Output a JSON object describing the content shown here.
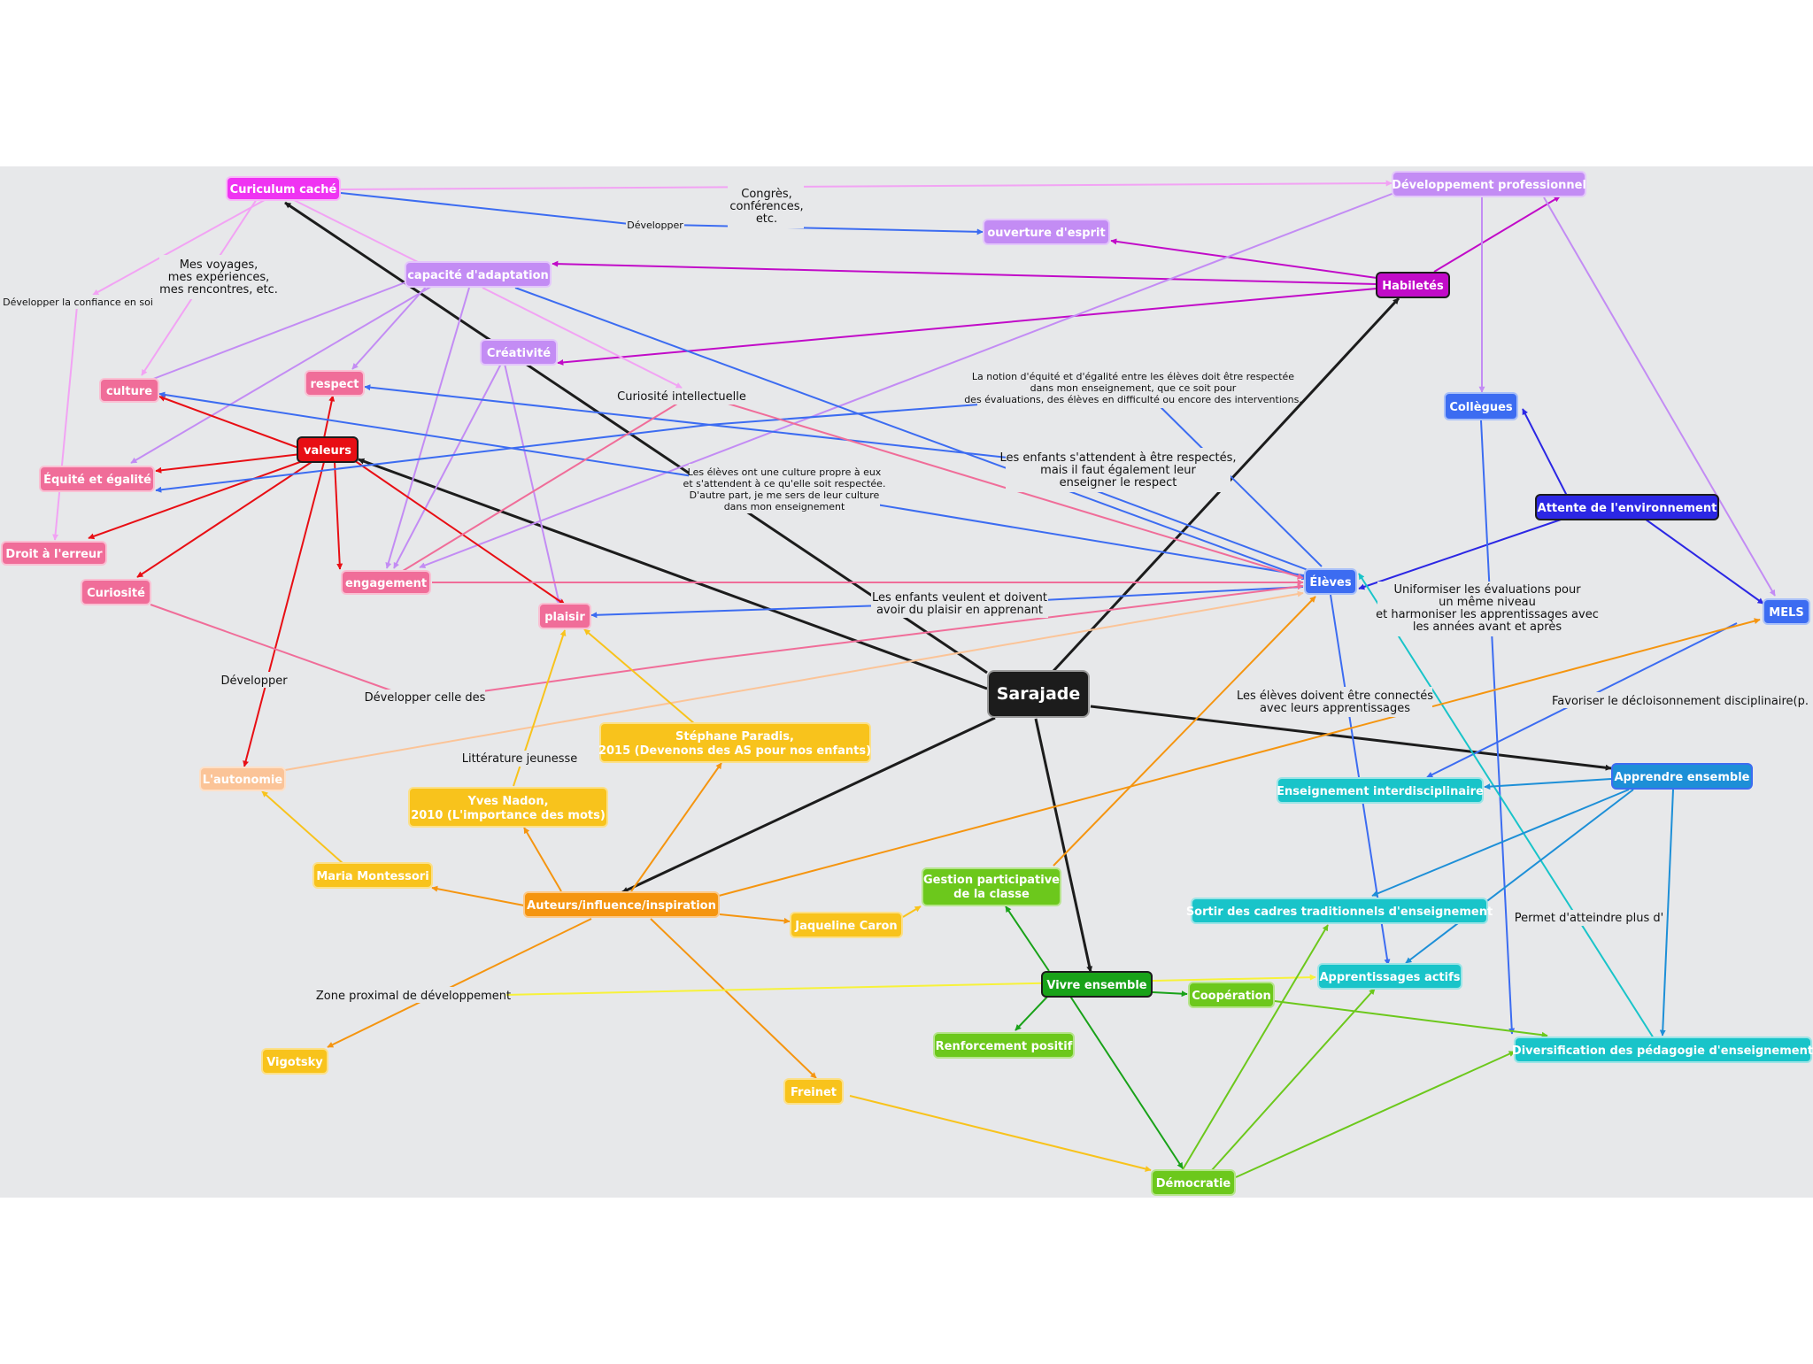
{
  "diagram": {
    "center": "Sarajade",
    "nodes": {
      "curiculum": "Curiculum caché",
      "dev_pro": "Développement professionnel",
      "ouverture": "ouverture d'esprit",
      "habiletes": "Habiletés",
      "adaptation": "capacité d'adaptation",
      "creativite": "Créativité",
      "culture": "culture",
      "respect": "respect",
      "valeurs": "valeurs",
      "equite": "Équité et égalité",
      "droit": "Droit à l'erreur",
      "curiosite": "Curiosité",
      "engagement": "engagement",
      "plaisir": "plaisir",
      "autonomie": "L'autonomie",
      "paradis": [
        "Stéphane Paradis,",
        "2015 (Devenons des AS pour nos enfants)"
      ],
      "nadon": [
        "Yves Nadon,",
        "2010 (L'importance des mots)"
      ],
      "montessori": "Maria Montessori",
      "auteurs": "Auteurs/influence/inspiration",
      "caron": "Jaqueline Caron",
      "vigotsky": "Vigotsky",
      "freinet": "Freinet",
      "gestion": [
        "Gestion participative",
        "de la classe"
      ],
      "vivre": "Vivre ensemble",
      "renforcement": "Renforcement positif",
      "cooperation": "Coopération",
      "democratie": "Démocratie",
      "collegues": "Collègues",
      "attente": "Attente de l'environnement",
      "eleves": "Élèves",
      "mels": "MELS",
      "apprendre": "Apprendre ensemble",
      "enseignement": "Enseignement interdisciplinaire",
      "sortir": "Sortir des cadres traditionnels d'enseignement",
      "actifs": "Apprentissages actifs",
      "diversification": "Diversification des pédagogie d'enseignement"
    },
    "labels": {
      "congres": [
        "Congrès,",
        "conférences,",
        "etc."
      ],
      "developper_small": "Développer",
      "voyages": [
        "Mes voyages,",
        "mes expériences,",
        "mes rencontres, etc."
      ],
      "confiance": "Développer la confiance en soi",
      "curiosite_intel": "Curiosité intellectuelle",
      "notion": [
        "La notion d'équité et d'égalité entre les élèves doit être respectée",
        "dans mon enseignement, que ce soit pour",
        "des évaluations, des élèves en difficulté ou encore des interventions."
      ],
      "culture_propre": [
        "Les élèves ont une culture propre à eux",
        "et s'attendent à ce qu'elle soit respectée.",
        "D'autre part, je me sers de leur culture",
        "dans mon enseignement"
      ],
      "respectes": [
        "Les enfants s'attendent à être respectés,",
        "mais il faut également leur",
        "enseigner le respect"
      ],
      "plaisir_lbl": [
        "Les enfants veulent et doivent",
        "avoir du plaisir en apprenant"
      ],
      "developper": "Développer",
      "celle_des": "Développer celle des",
      "litterature": "Littérature jeunesse",
      "uniformiser": [
        "Uniformiser les évaluations pour",
        "un même niveau",
        "et harmoniser les apprentissages avec",
        "les années avant et après"
      ],
      "connectes": [
        "Les élèves doivent être connectés",
        "avec leurs apprentissages"
      ],
      "favoriser": "Favoriser le décloisonnement disciplinaire(p.",
      "zone": "Zone proximal de développement",
      "permet": "Permet d'atteindre plus d'"
    }
  },
  "colors": {
    "magenta": "#ef33f2",
    "purple_light": "#c38cf4",
    "purple_dark": "#c10bc8",
    "pink": "#f06d99",
    "red": "#e80e14",
    "peach": "#fbc498",
    "yellow": "#f8c31c",
    "orange": "#f59510",
    "green": "#6cc81c",
    "green_dark": "#19a219",
    "blue": "#3c6cf1",
    "navy": "#2c27e4",
    "teal": "#19c4c9",
    "sky": "#1d8fd7",
    "black": "#1c1c1c"
  }
}
